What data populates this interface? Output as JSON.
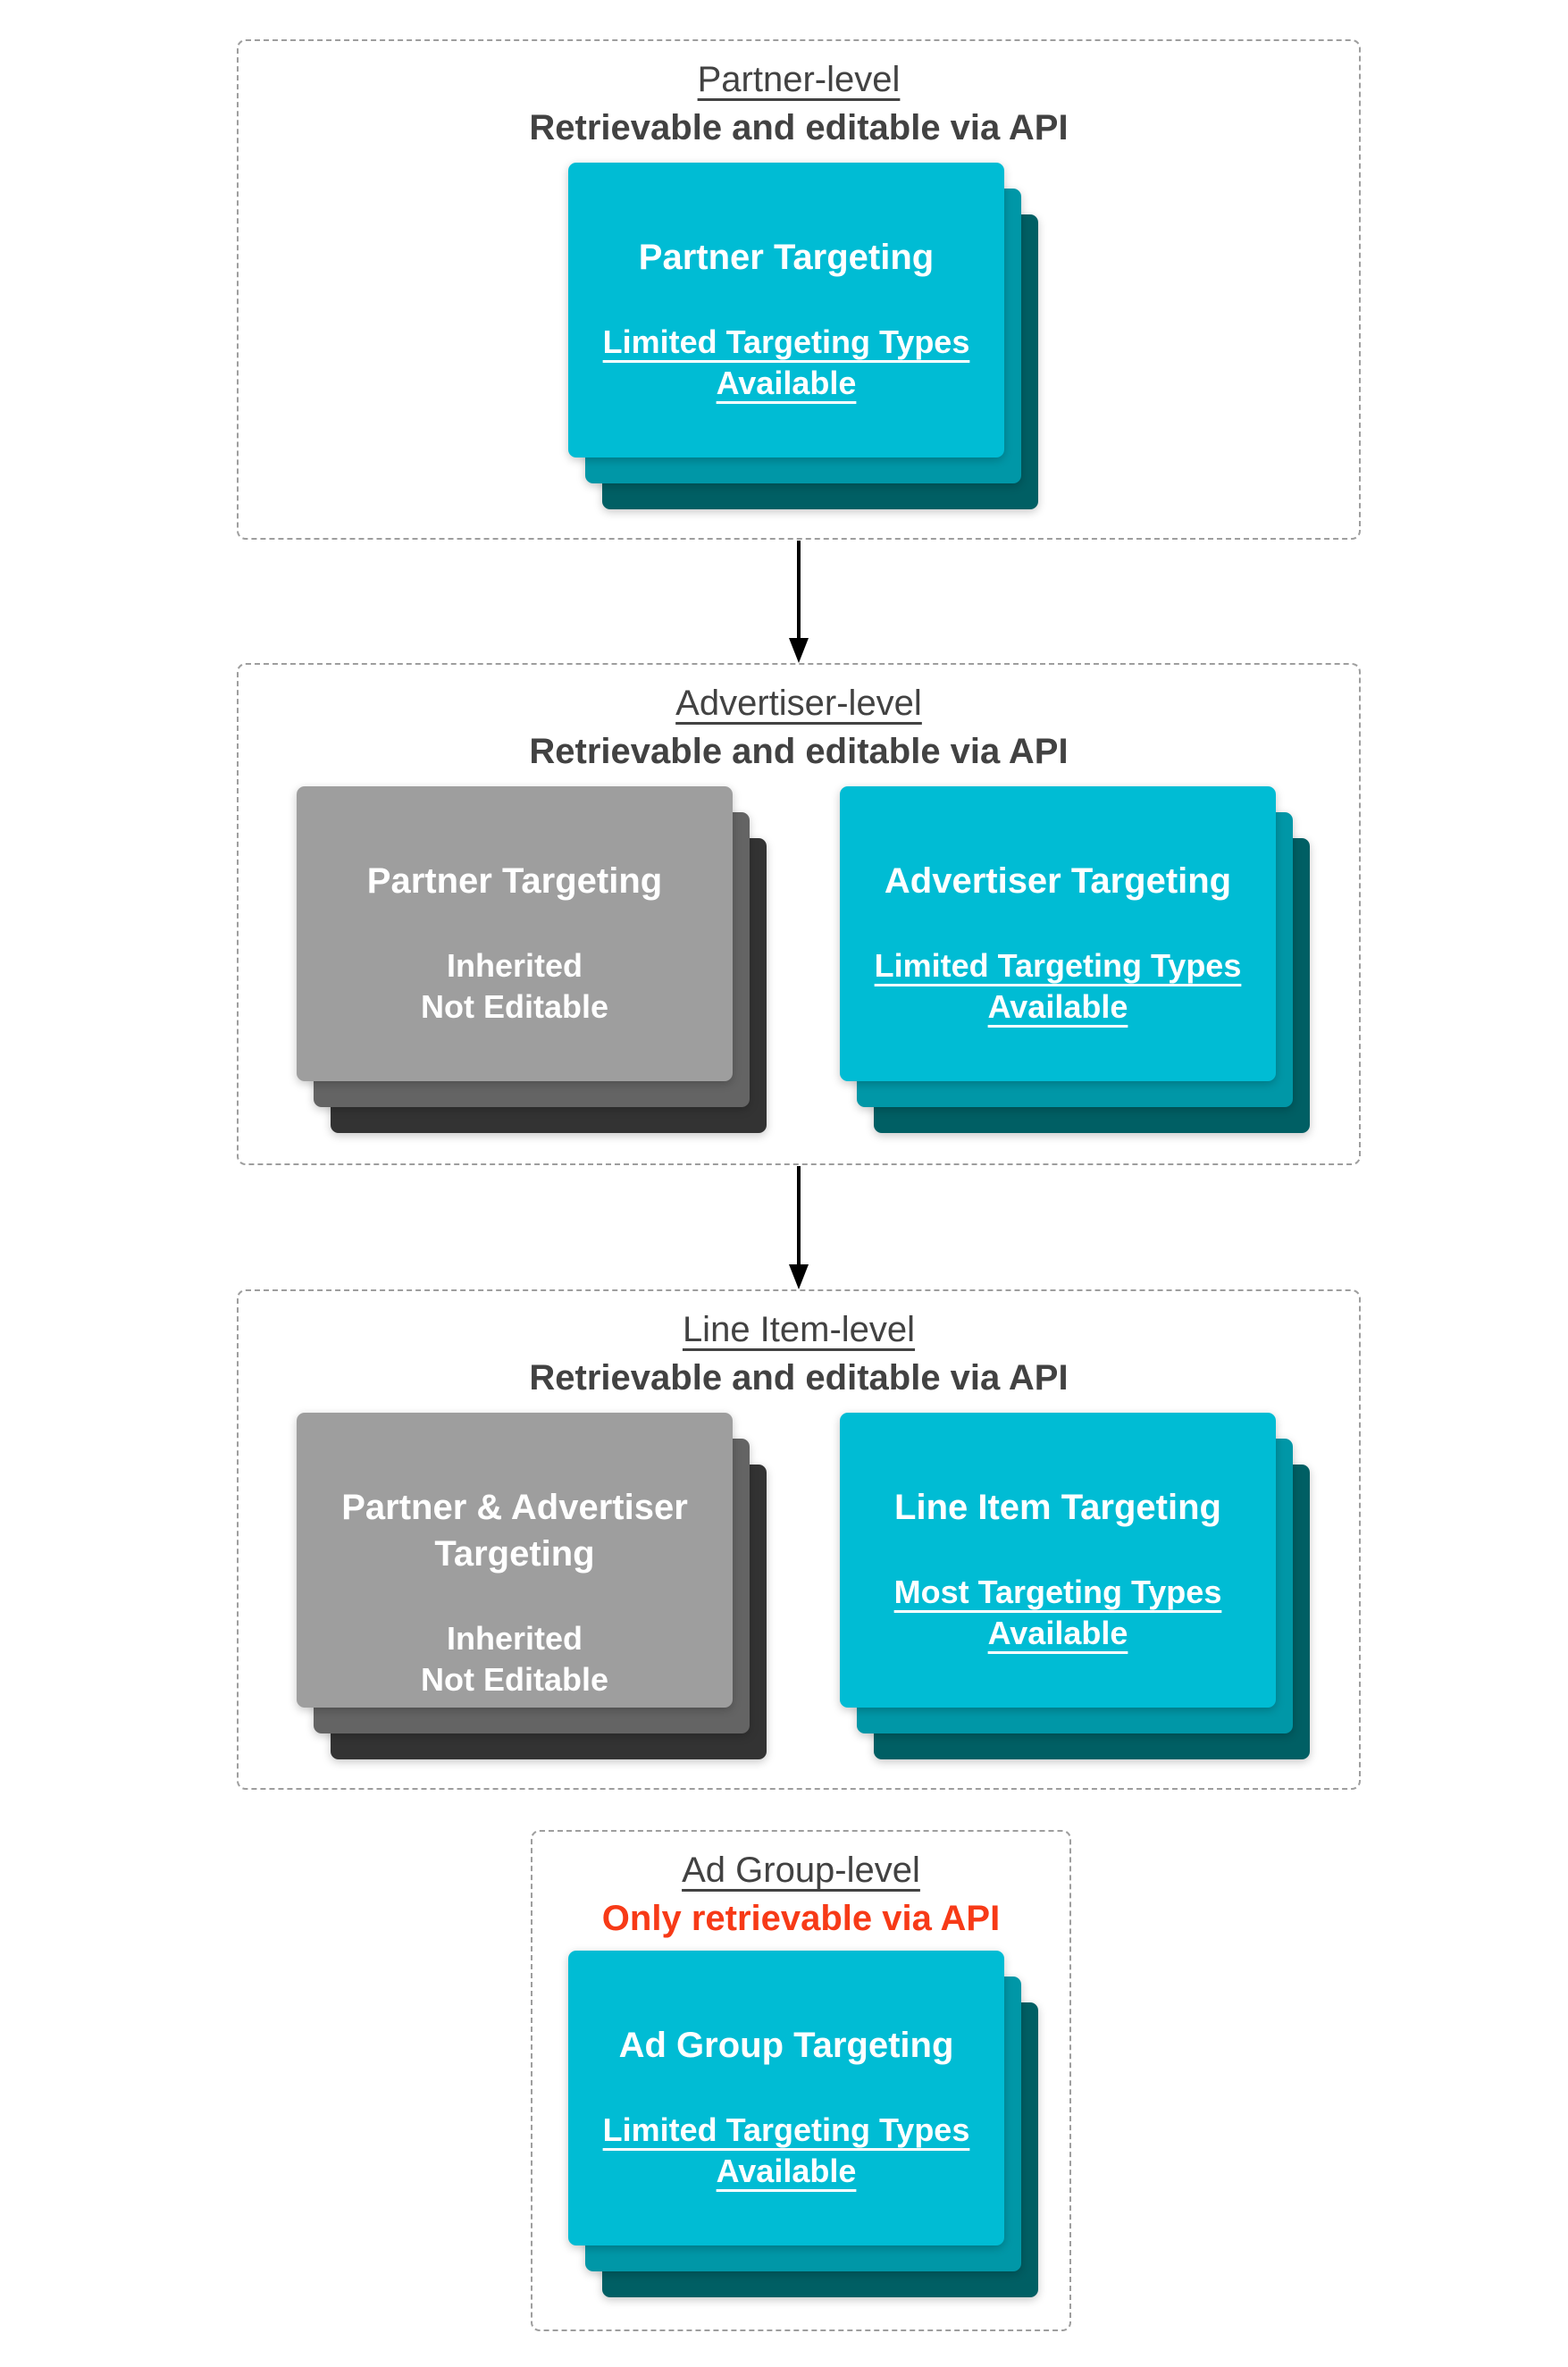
{
  "colors": {
    "teal_card_front": "#00bcd4",
    "teal_card_mid": "#0097a7",
    "teal_card_back": "#005f64",
    "gray_card_front": "#9e9e9e",
    "gray_card_mid": "#646464",
    "gray_card_back": "#333333",
    "heading_text": "#424242",
    "alert_red": "#f73a17",
    "card_text": "#ffffff",
    "dashed_border": "#9e9e9e",
    "arrow": "#000000",
    "background": "#ffffff"
  },
  "sections": [
    {
      "id": "partner-level",
      "title": "Partner-level",
      "subtitle": "Retrievable and editable via API",
      "subtitle_alert": false,
      "cards": [
        {
          "variant": "teal",
          "title": "Partner Targeting",
          "subtitle": "Limited Targeting Types Available",
          "subtitle_underlined": true
        }
      ]
    },
    {
      "id": "advertiser-level",
      "title": "Advertiser-level",
      "subtitle": "Retrievable and editable via API",
      "subtitle_alert": false,
      "cards": [
        {
          "variant": "gray",
          "title": "Partner Targeting",
          "subtitle": "Inherited\nNot Editable",
          "subtitle_underlined": false
        },
        {
          "variant": "teal",
          "title": "Advertiser Targeting",
          "subtitle": "Limited Targeting Types Available",
          "subtitle_underlined": true
        }
      ]
    },
    {
      "id": "line-item-level",
      "title": "Line Item-level",
      "subtitle": "Retrievable and editable via API",
      "subtitle_alert": false,
      "cards": [
        {
          "variant": "gray",
          "title": "Partner & Advertiser Targeting",
          "subtitle": "Inherited\nNot Editable",
          "subtitle_underlined": false
        },
        {
          "variant": "teal",
          "title": "Line Item Targeting",
          "subtitle": "Most Targeting Types Available",
          "subtitle_underlined": true
        }
      ]
    },
    {
      "id": "ad-group-level",
      "title": "Ad Group-level",
      "subtitle": "Only retrievable via API",
      "subtitle_alert": true,
      "cards": [
        {
          "variant": "teal",
          "title": "Ad Group Targeting",
          "subtitle": "Limited Targeting Types Available",
          "subtitle_underlined": true
        }
      ]
    }
  ],
  "arrows": [
    {
      "from": "partner-level",
      "to": "advertiser-level",
      "direction": "down"
    },
    {
      "from": "advertiser-level",
      "to": "line-item-level",
      "direction": "down"
    }
  ]
}
